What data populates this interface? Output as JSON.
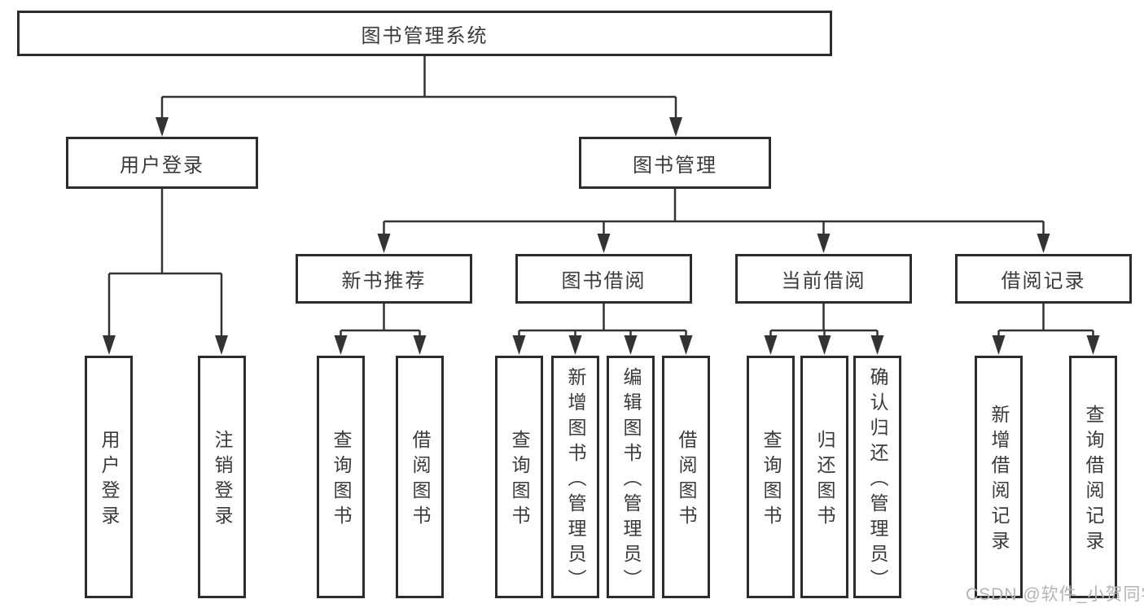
{
  "diagram": {
    "title": "图书管理系统",
    "nodes": {
      "root": "图书管理系统",
      "user_login": "用户登录",
      "book_mgmt": "图书管理",
      "new_book": "新书推荐",
      "book_borrow": "图书借阅",
      "current_borrow": "当前借阅",
      "borrow_records": "借阅记录"
    },
    "leaves": {
      "user_login": [
        "用户登录",
        "注销登录"
      ],
      "new_book": [
        "查询图书",
        "借阅图书"
      ],
      "book_borrow": [
        "查询图书",
        "新增图书（管理员）",
        "编辑图书（管理员）",
        "借阅图书"
      ],
      "current_borrow": [
        "查询图书",
        "归还图书",
        "确认归还（管理员）"
      ],
      "borrow_records": [
        "新增借阅记录",
        "查询借阅记录"
      ]
    },
    "watermark": "CSDN @软件_小贺同学",
    "colors": {
      "line": "#333333",
      "border": "#2d2d2d",
      "text": "#3a3a3a",
      "watermark": "#b4b4b4",
      "background": "#ffffff"
    }
  }
}
